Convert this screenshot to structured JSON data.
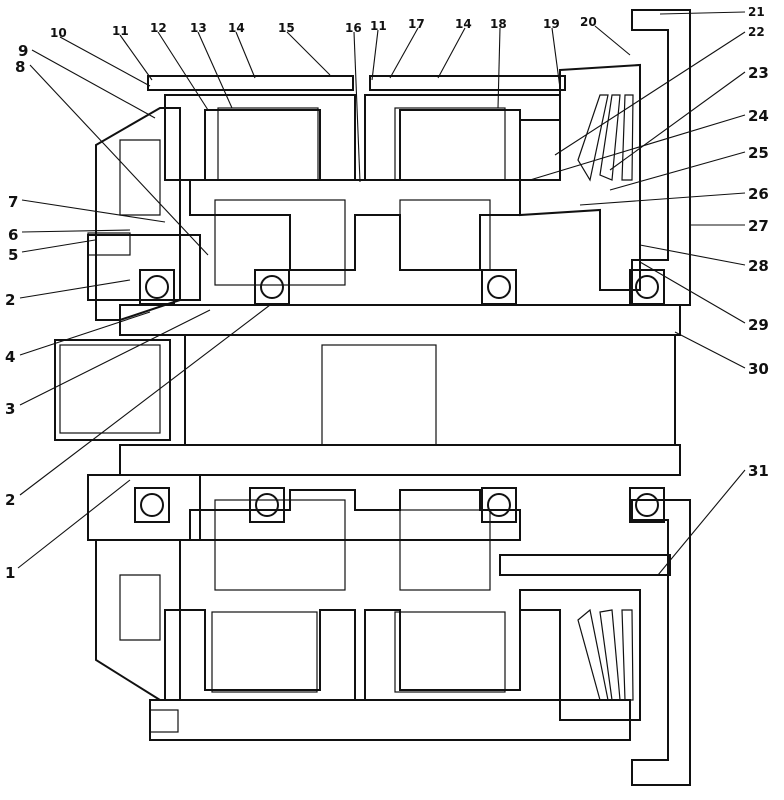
{
  "callouts": [
    {
      "label": "1"
    },
    {
      "label": "2"
    },
    {
      "label": "2"
    },
    {
      "label": "3"
    },
    {
      "label": "4"
    },
    {
      "label": "5"
    },
    {
      "label": "6"
    },
    {
      "label": "7"
    },
    {
      "label": "8"
    },
    {
      "label": "9"
    },
    {
      "label": "10"
    },
    {
      "label": "11"
    },
    {
      "label": "11"
    },
    {
      "label": "12"
    },
    {
      "label": "13"
    },
    {
      "label": "14"
    },
    {
      "label": "14"
    },
    {
      "label": "15"
    },
    {
      "label": "16"
    },
    {
      "label": "17"
    },
    {
      "label": "18"
    },
    {
      "label": "19"
    },
    {
      "label": "20"
    },
    {
      "label": "21"
    },
    {
      "label": "22"
    },
    {
      "label": "23"
    },
    {
      "label": "24"
    },
    {
      "label": "25"
    },
    {
      "label": "26"
    },
    {
      "label": "27"
    },
    {
      "label": "28"
    },
    {
      "label": "29"
    },
    {
      "label": "30"
    },
    {
      "label": "31"
    }
  ]
}
